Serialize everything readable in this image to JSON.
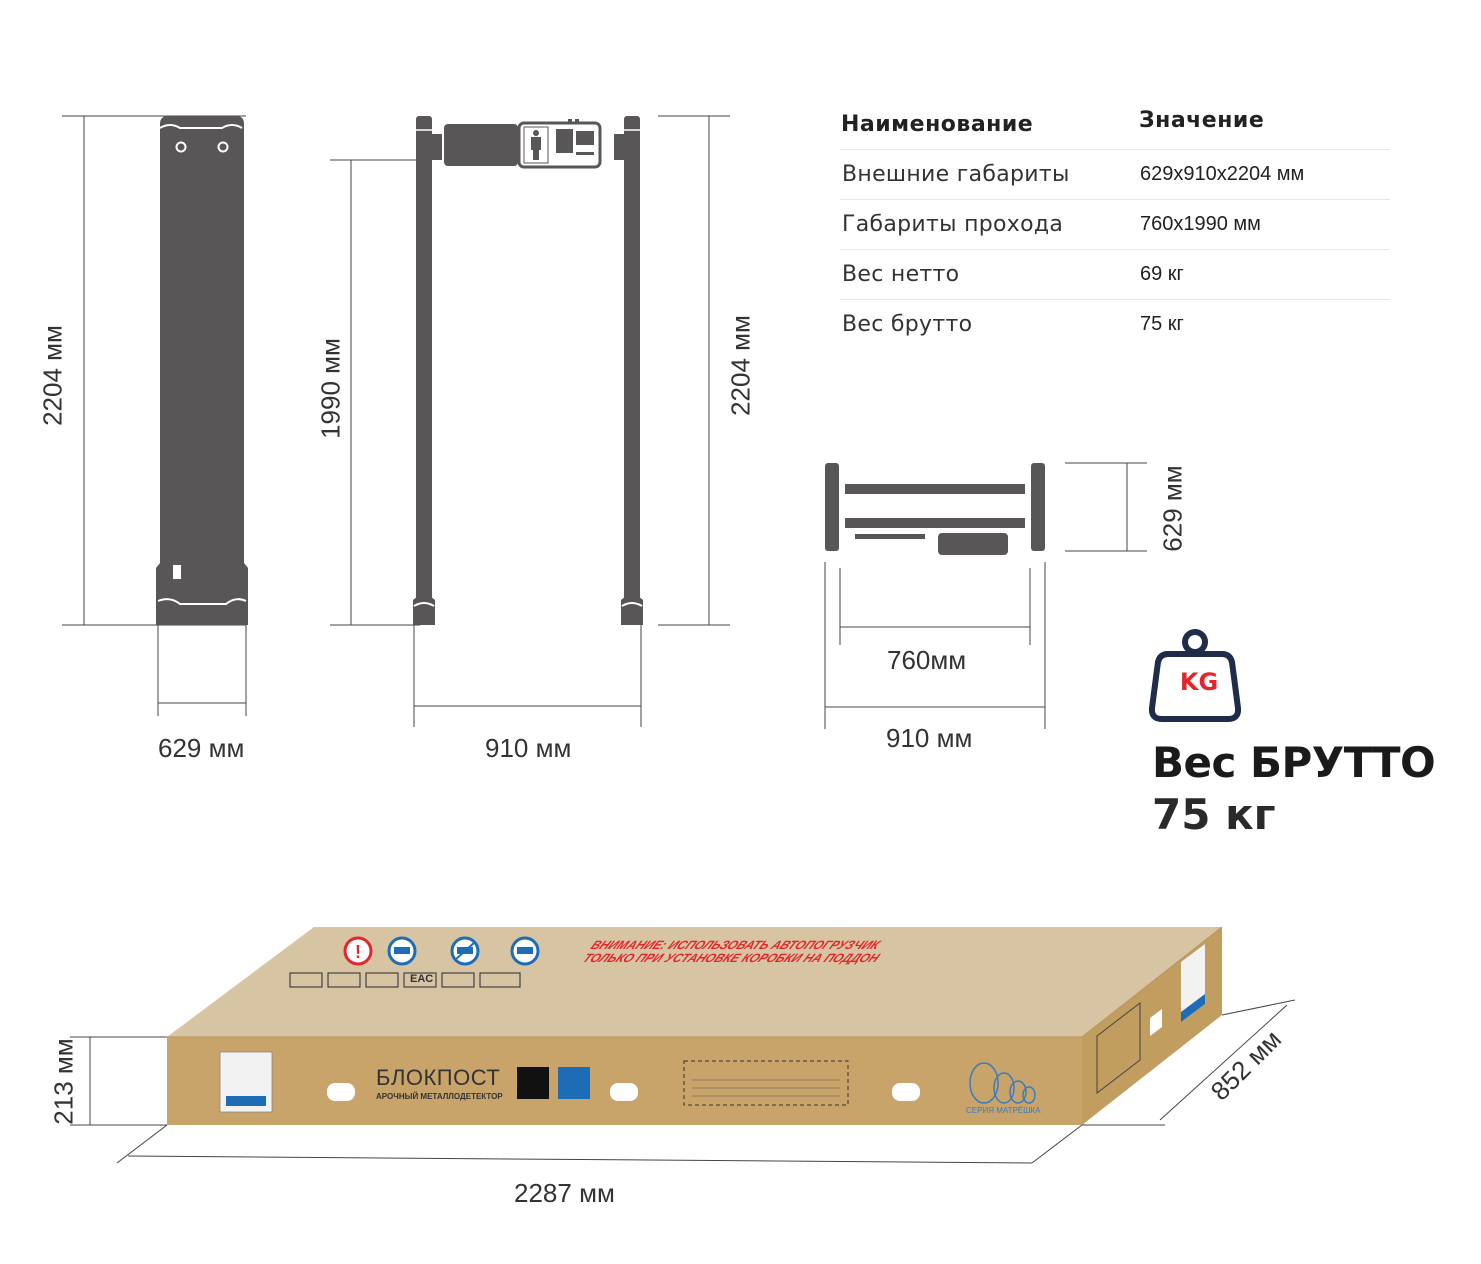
{
  "dimensions": {
    "side_height": "2204 мм",
    "side_width": "629 мм",
    "inner_height": "1990 мм",
    "front_height": "2204 мм",
    "front_width": "910 мм",
    "top_depth": "629 мм",
    "top_inner_width": "760мм",
    "top_outer_width": "910 мм",
    "box_height": "213 мм",
    "box_depth": "852 мм",
    "box_length": "2287 мм"
  },
  "specs": {
    "header_name": "Наименование",
    "header_value": "Значение",
    "rows": [
      {
        "name": "Внешние габариты",
        "value": "629х910х2204 мм"
      },
      {
        "name": "Габариты прохода",
        "value": "760х1990 мм"
      },
      {
        "name": "Вес нетто",
        "value": "69 кг"
      },
      {
        "name": "Вес брутто",
        "value": "75 кг"
      }
    ]
  },
  "weight": {
    "icon_label": "KG",
    "title": "Вес БРУТТО",
    "value": "75 кг"
  },
  "box": {
    "brand": "БЛОКПОСТ",
    "subtitle": "АРОЧНЫЙ МЕТАЛЛОДЕТЕКТОР",
    "warning_line1": "ВНИМАНИЕ: ИСПОЛЬЗОВАТЬ АВТОПОГРУЗЧИК",
    "warning_line2": "ТОЛЬКО ПРИ УСТАНОВКЕ КОРОБКИ НА ПОДДОН",
    "series": "СЕРИЯ МАТРЁШКА",
    "eac": "EAC"
  },
  "colors": {
    "metal": "#595657",
    "cardboard_front": "#c9a46a",
    "cardboard_top": "#d6c4a3",
    "cardboard_side": "#c29d60",
    "accent_blue": "#1c6db5",
    "accent_red": "#e4262c",
    "icon_navy": "#1f2d4a"
  }
}
